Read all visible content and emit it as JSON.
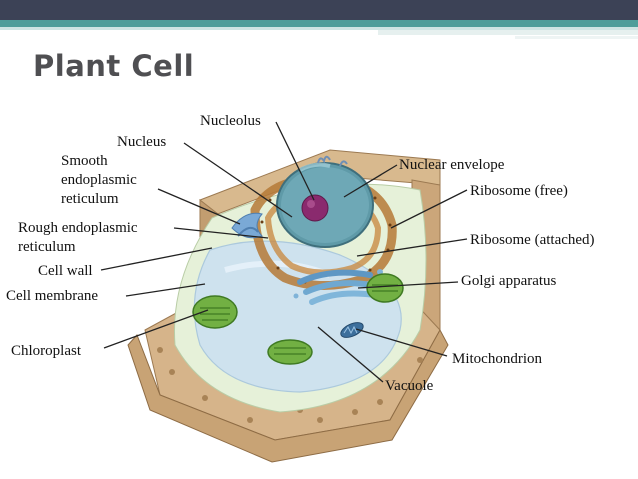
{
  "slide": {
    "title": "Plant Cell"
  },
  "labels": {
    "nucleolus": "Nucleolus",
    "nucleus": "Nucleus",
    "smooth_er_line1": "Smooth",
    "smooth_er_line2": "endoplasmic",
    "smooth_er_line3": "reticulum",
    "rough_er_line1": "Rough endoplasmic",
    "rough_er_line2": "reticulum",
    "cell_wall": "Cell wall",
    "cell_membrane": "Cell membrane",
    "chloroplast": "Chloroplast",
    "nuclear_envelope": "Nuclear envelope",
    "ribosome_free": "Ribosome (free)",
    "ribosome_attached": "Ribosome (attached)",
    "golgi": "Golgi apparatus",
    "mitochondrion": "Mitochondrion",
    "vacuole": "Vacuole"
  },
  "colors": {
    "header_bar": "#3c4256",
    "accent_teal": "#4f9d9a",
    "title_text": "#4f4f52",
    "cell_wall": "#c9a77c",
    "cytoplasm": "#e8f2d8",
    "vacuole": "#cfe3f1",
    "nucleus": "#5f9aa8",
    "nucleolus": "#8a2a6e",
    "chloroplast": "#6aa83a",
    "golgi": "#6fa8d0"
  }
}
